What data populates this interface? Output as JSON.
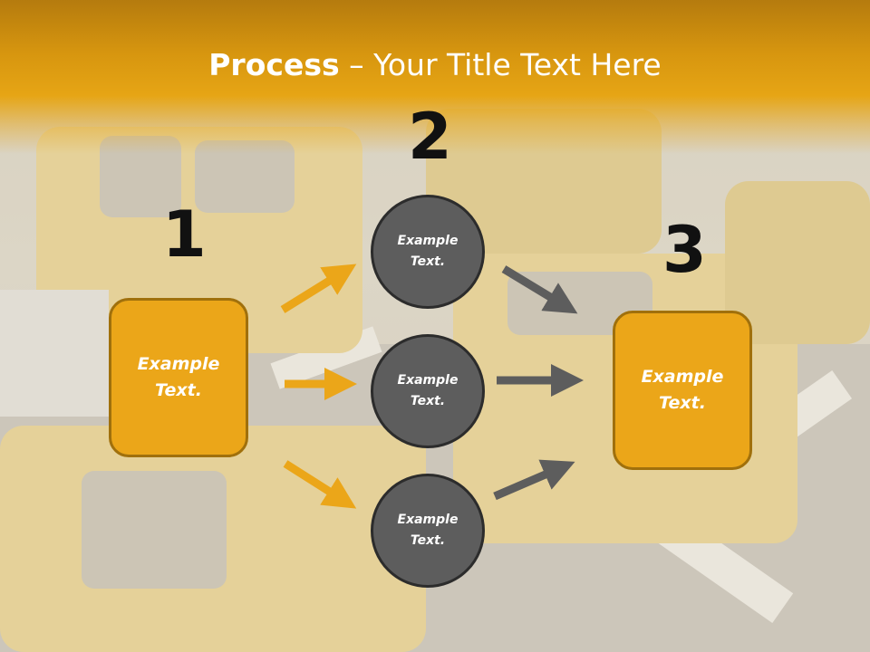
{
  "slide": {
    "title_bold": "Process",
    "title_rest": " – Your Title Text Here",
    "colors": {
      "accent": "#eba619",
      "circle": "#5d5d5d",
      "header": "#e6a515"
    }
  },
  "steps": [
    {
      "number": "1",
      "text_line1": "Example",
      "text_line2": "Text."
    },
    {
      "number": "2"
    },
    {
      "number": "3",
      "text_line1": "Example",
      "text_line2": "Text."
    }
  ],
  "circles": [
    {
      "text_line1": "Example",
      "text_line2": "Text."
    },
    {
      "text_line1": "Example",
      "text_line2": "Text."
    },
    {
      "text_line1": "Example",
      "text_line2": "Text."
    }
  ]
}
